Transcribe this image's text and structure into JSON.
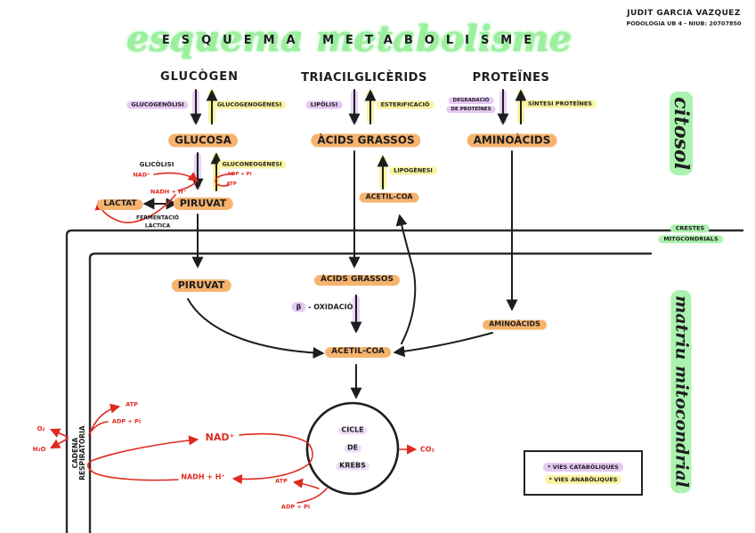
{
  "header": {
    "author_name": "JUDIT GARCIA VAZQUEZ",
    "author_info": "PODOLOGIA UB 4 - NIUB: 20707850",
    "title_script": "esquema metabolisme",
    "title_caps": "ESQUEMA METABOLISME"
  },
  "regions": {
    "cytosol": "citosol",
    "matrix": "matriu mitocondrial",
    "cristae_line1": "CRESTES",
    "cristae_line2": "MITOCONDRIALS",
    "chain_line1": "CADENA",
    "chain_line2": "RESPIRATÒRIA"
  },
  "nodes": {
    "glucogen": "GLUCÒGEN",
    "glucosa": "GLUCOSA",
    "piruvat_citosol": "PIRUVAT",
    "lactat": "LACTAT",
    "triacilglicerids": "TRIACILGLICÈRIDS",
    "acids_grassos_citosol": "ÀCIDS GRASSOS",
    "acetil_coa_citosol": "ACETIL-COA",
    "proteines": "PROTEÏNES",
    "aminoacids_citosol": "AMINOÀCIDS",
    "piruvat_matriu": "PIRUVAT",
    "acids_grassos_matriu": "ÀCIDS GRASSOS",
    "acetil_coa_matriu": "ACETIL-COA",
    "aminoacids_matriu": "AMINOÀCIDS",
    "krebs_line1": "CICLE",
    "krebs_line2": "DE",
    "krebs_line3": "KREBS"
  },
  "pathways": {
    "glucogenolisi": "GLUCOGENÒLISI",
    "glucogenogenesi": "GLUCOGENOGÈNESI",
    "glicolisi": "GLICÒLISI",
    "gluconeogenesi": "GLUCONEOGÈNESI",
    "fermentacio_line1": "FERMENTACIÓ",
    "fermentacio_line2": "LÀCTICA",
    "lipolisi": "LIPÒLISI",
    "esterificacio": "ESTERIFICACIÓ",
    "lipogenesi": "LIPOGÈNESI",
    "degradacio_line1": "DEGRADACIÓ",
    "degradacio_line2": "DE PROTEÏNES",
    "sintesi_proteines": "SÍNTESI PROTEÏNES",
    "beta_oxidacio_sym": "β",
    "beta_oxidacio_rest": "- OXIDACIÓ"
  },
  "metabolites": {
    "nad_glicolisi": "NAD⁺",
    "nadh_glicolisi": "NADH + H⁺",
    "adp_pi_gluconeogenesi": "ADP + Pi",
    "atp_gluconeogenesi": "ATP",
    "o2": "O₂",
    "h2o": "H₂O",
    "atp_cadena": "ATP",
    "adp_pi_cadena": "ADP + Pi",
    "nad_cadena": "NAD⁺",
    "nadh_cadena": "NADH + H⁺",
    "co2": "CO₂",
    "atp_krebs": "ATP",
    "adp_pi_krebs": "ADP + Pi"
  },
  "legend": {
    "items": [
      {
        "bullet": "*",
        "label": "VIES CATABÒLIQUES",
        "color": "#e5c9f2"
      },
      {
        "bullet": "*",
        "label": "VIES ANABÒLIQUES",
        "color": "#faf3a0"
      }
    ]
  },
  "colors": {
    "catabolic_highlight": "#e5c9f2",
    "anabolic_highlight": "#faf3a0",
    "metabolite_highlight": "#f6b36e",
    "region_highlight": "#abf2ae",
    "redox_ink": "#e0291f",
    "ink": "#1d1d1f"
  }
}
